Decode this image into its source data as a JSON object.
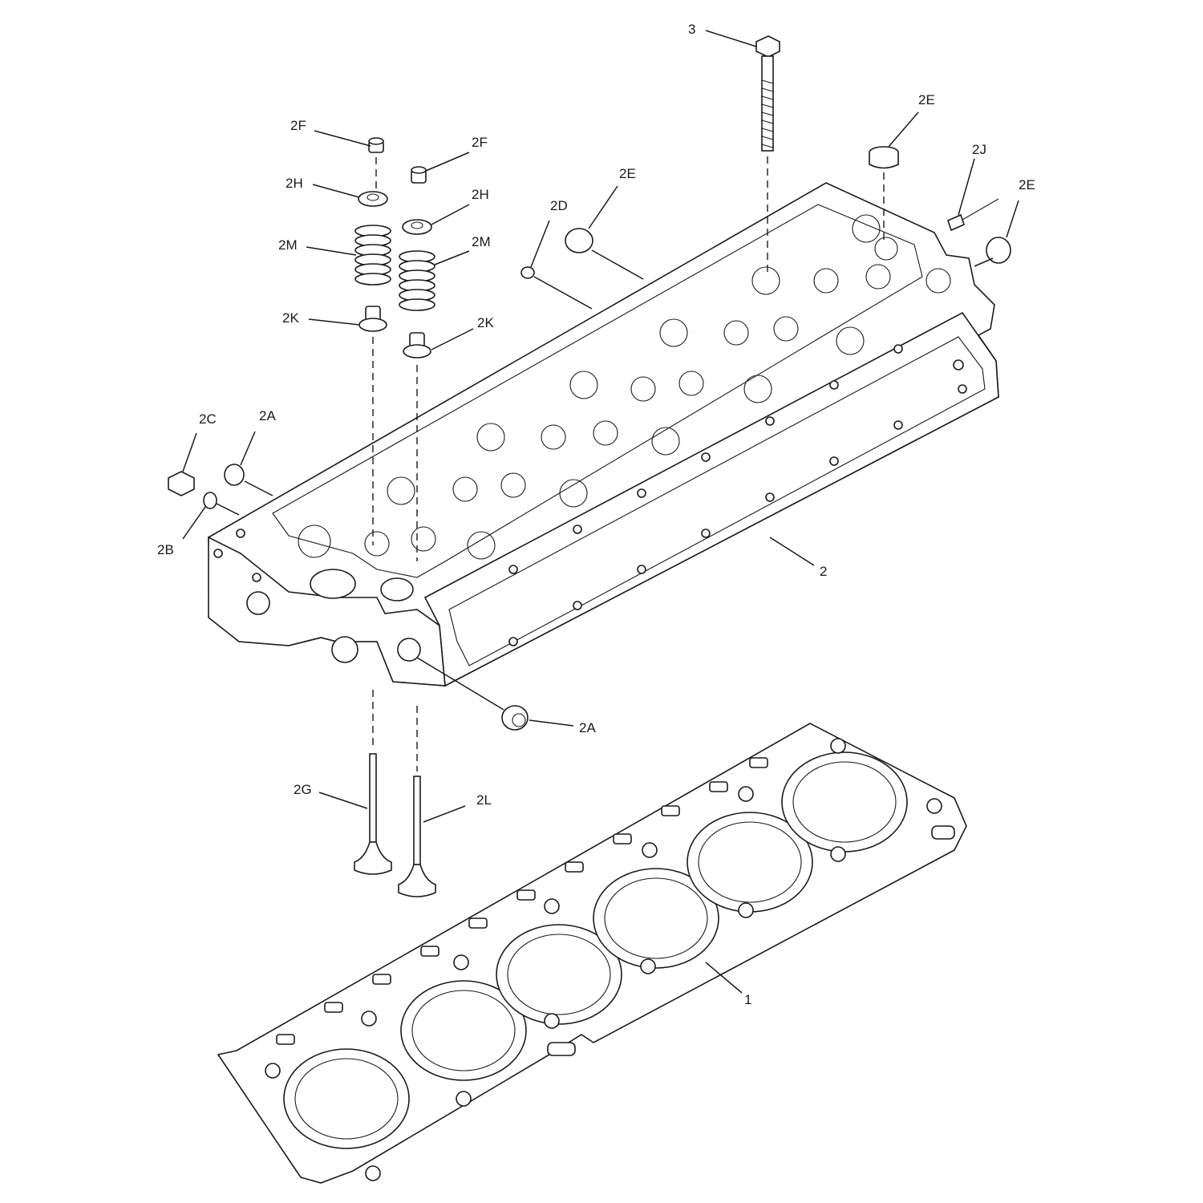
{
  "callouts": {
    "c3": "3",
    "c2f_left": "2F",
    "c2f_right": "2F",
    "c2h_left": "2H",
    "c2h_right": "2H",
    "c2m_left": "2M",
    "c2m_right": "2M",
    "c2k_left": "2K",
    "c2k_right": "2K",
    "c2e_top": "2E",
    "c2j": "2J",
    "c2e_right": "2E",
    "c2e_mid": "2E",
    "c2d": "2D",
    "c2c": "2C",
    "c2a_upper": "2A",
    "c2b": "2B",
    "c2": "2",
    "c2a_lower": "2A",
    "c2g": "2G",
    "c2l": "2L",
    "c1": "1"
  }
}
